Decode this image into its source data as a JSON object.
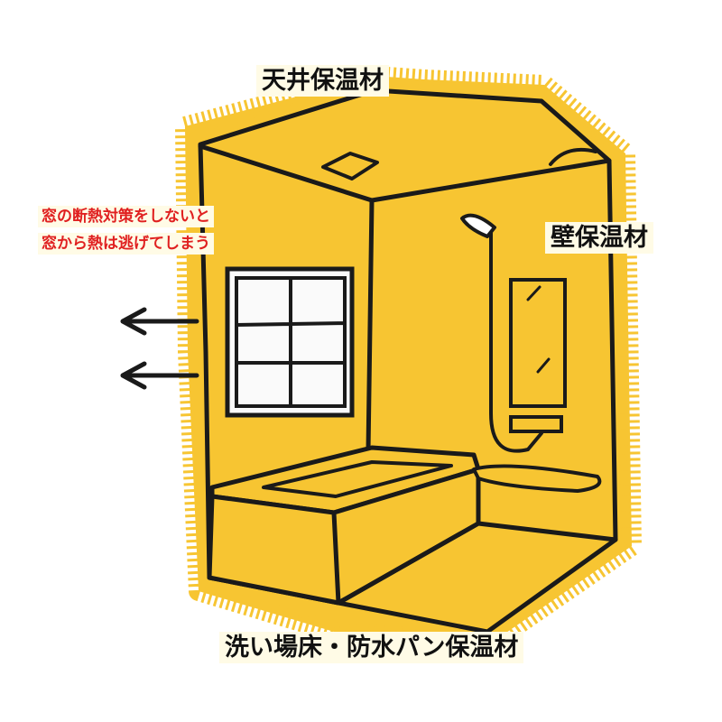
{
  "labels": {
    "ceiling": "天井保温材",
    "wall": "壁保温材",
    "floor": "洗い場床・防水パン保温材"
  },
  "note": {
    "line1": "窓の断熱対策をしないと",
    "line2": "窓から熱は逃げてしまう"
  },
  "colors": {
    "room_fill": "#f7c532",
    "outline": "#1a1a1a",
    "note_text": "#e02020",
    "label_background": "#fffbe6"
  },
  "icons": {
    "heat_escape": "arrow-left-icon"
  }
}
